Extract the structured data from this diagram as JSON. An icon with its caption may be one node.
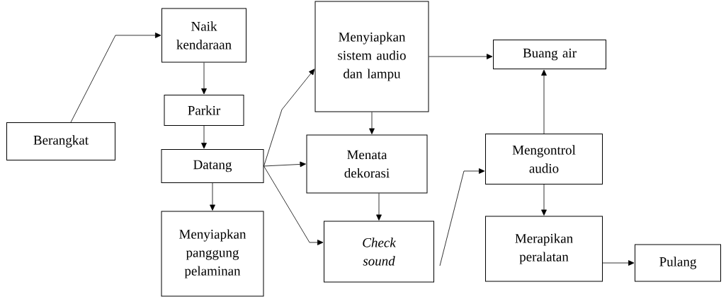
{
  "diagram": {
    "nodes": [
      {
        "text": [
          "Berangkat"
        ]
      },
      {
        "text": [
          "Naik kendaraan"
        ]
      },
      {
        "text": [
          "Parkir"
        ]
      },
      {
        "text": [
          "Datang"
        ]
      },
      {
        "text": [
          "Menyiapkan panggung pelaminan"
        ]
      },
      {
        "text": [
          "Menyiapkan sistem audio dan lampu"
        ]
      },
      {
        "text": [
          "Menata dekorasi"
        ]
      },
      {
        "text": [
          "Check sound"
        ]
      },
      {
        "text": [
          "Buang air"
        ]
      },
      {
        "text": [
          "Mengontrol audio"
        ]
      },
      {
        "text": [
          "Merapikan peralatan"
        ]
      },
      {
        "text": [
          "Pulang"
        ]
      }
    ],
    "edges": [
      {
        "from": 0,
        "to": 1,
        "arrow": "to"
      },
      {
        "from": 1,
        "to": 2,
        "arrow": "to"
      },
      {
        "from": 2,
        "to": 3,
        "arrow": "to"
      },
      {
        "from": 3,
        "to": 4,
        "arrow": "to"
      },
      {
        "from": 3,
        "to": 5,
        "arrow": "to"
      },
      {
        "from": 3,
        "to": 6,
        "arrow": "to"
      },
      {
        "from": 3,
        "to": 7,
        "arrow": "to"
      },
      {
        "from": 5,
        "to": 8,
        "arrow": "to"
      },
      {
        "from": 5,
        "to": 6,
        "arrow": "to"
      },
      {
        "from": 6,
        "to": 7,
        "arrow": "to"
      },
      {
        "from": 7,
        "to": 9,
        "arrow": "to"
      },
      {
        "from": 9,
        "to": 8,
        "arrow": "to"
      },
      {
        "from": 9,
        "to": 10,
        "arrow": "to"
      },
      {
        "from": 10,
        "to": 11,
        "arrow": "to"
      }
    ]
  }
}
